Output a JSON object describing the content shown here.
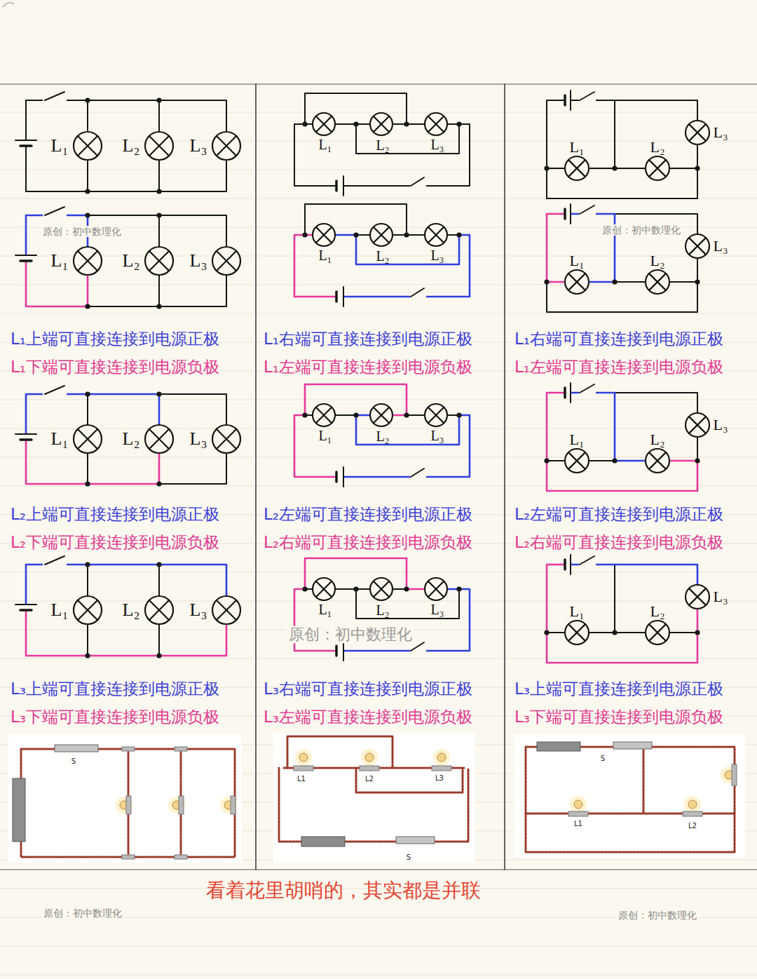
{
  "diagram": {
    "caption": "看着花里胡哨的，其实都是并联",
    "labels": [
      "L₁",
      "L₂",
      "L₃",
      "L₁",
      "L₂",
      "L₃",
      "L₁",
      "L₂",
      "L₃",
      "原创：初中数理化",
      "L₁",
      "L₂",
      "L₃",
      "L₁",
      "L₂",
      "L₃",
      "原创：初中数理化",
      "L₁",
      "L₂",
      "L₃",
      "L₁上端可直接连接到电源正极",
      "L₁右端可直接连接到电源正极",
      "L₁右端可直接连接到电源正极",
      "L₁下端可直接连接到电源负极",
      "L₁左端可直接连接到电源负极",
      "L₁左端可直接连接到电源负极",
      "L₁",
      "L₂",
      "L₃",
      "L₁",
      "L₂",
      "L₃",
      "L₁",
      "L₂",
      "L₃",
      "L₂上端可直接连接到电源正极",
      "L₂左端可直接连接到电源正极",
      "L₂左端可直接连接到电源正极",
      "L₂下端可直接连接到电源负极",
      "L₂右端可直接连接到电源负极",
      "L₂右端可直接连接到电源负极",
      "L₁",
      "L₂",
      "L₃",
      "原创：初中数理化",
      "L₁",
      "L₂",
      "L₃",
      "L₁",
      "L₂",
      "L₃",
      "L₃上端可直接连接到电源正极",
      "L₃右端可直接连接到电源正极",
      "L₃上端可直接连接到电源正极",
      "L₃下端可直接连接到电源负极",
      "L₃左端可直接连接到电源负极",
      "L₃下端可直接连接到电源负极",
      "S",
      "L1",
      "L2",
      "L3",
      "S",
      "S",
      "L1",
      "L2",
      "原创：初中数理化",
      "原创：初中数理化"
    ]
  }
}
